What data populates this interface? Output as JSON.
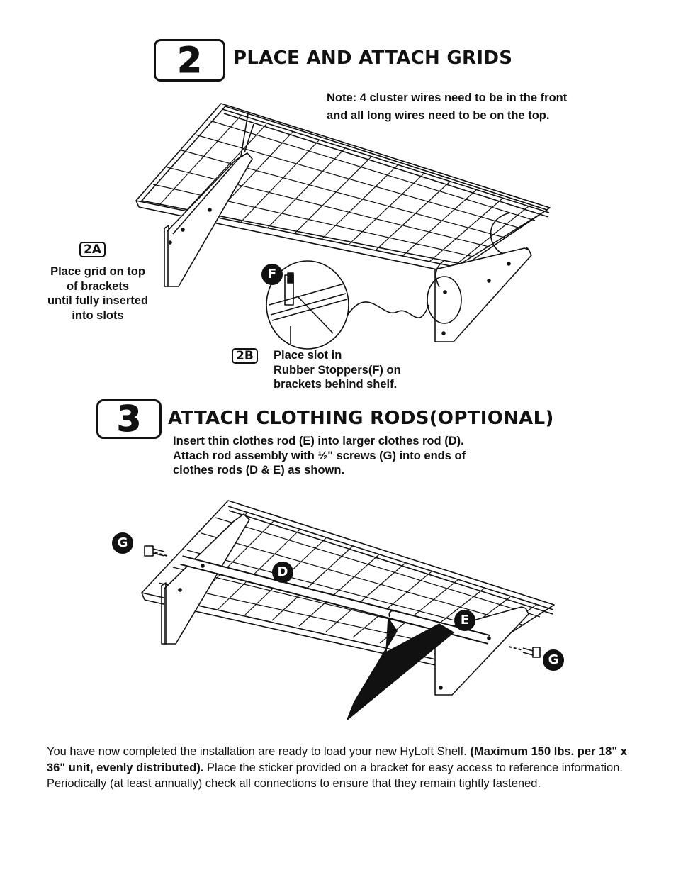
{
  "step2": {
    "number": "2",
    "title": "PLACE AND ATTACH GRIDS",
    "note_line1": "Note: 4 cluster wires need to be in the front",
    "note_line2": "and all long wires need to be on the top.",
    "tag_2a": "2A",
    "caption_2a": [
      "Place grid on top",
      "of brackets",
      "until fully inserted",
      "into slots"
    ],
    "tag_2b": "2B",
    "caption_2b": [
      "Place slot in",
      "Rubber Stoppers(F) on",
      "brackets behind shelf."
    ],
    "label_f": "F"
  },
  "step3": {
    "number": "3",
    "title": "ATTACH CLOTHING RODS(OPTIONAL)",
    "instr_line1": "Insert thin clothes rod (E) into larger clothes rod (D).",
    "instr_line2": "Attach rod assembly with ½\" screws (G) into ends of",
    "instr_line3": "clothes rods (D & E) as shown.",
    "label_g": "G",
    "label_d": "D",
    "label_e": "E"
  },
  "footer": {
    "p1_start": "You have now completed the installation are ready to load your new HyLoft Shelf. ",
    "p1_bold": "(Maximum 150 lbs. per 18\" x 36\" unit, evenly distributed).",
    "p1_end": "  Place the sticker provided on a bracket for easy access to reference information.",
    "p2": "Periodically (at least annually) check all connections to ensure that they remain tightly fastened."
  }
}
